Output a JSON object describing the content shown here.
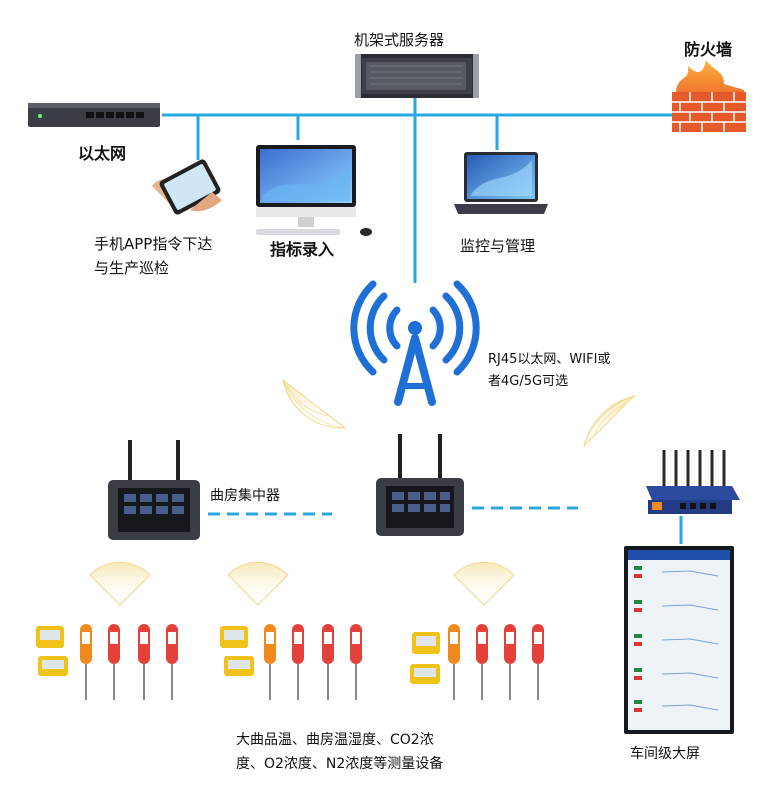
{
  "labels": {
    "server": "机架式服务器",
    "firewall": "防火墙",
    "ethernet": "以太网",
    "mobile_app_line1": "手机APP指令下达",
    "mobile_app_line2": "与生产巡检",
    "indicator_input": "指标录入",
    "monitor_manage": "监控与管理",
    "network_note_line1": "RJ45以太网、WIFI或",
    "network_note_line2": "者4G/5G可选",
    "concentrator": "曲房集中器",
    "sensors_line1": "大曲品温、曲房温湿度、CO2浓",
    "sensors_line2": "度、O2浓度、N2浓度等测量设备",
    "big_screen": "车间级大屏"
  },
  "colors": {
    "bus_line": "#29a8e0",
    "tower": "#1e6fd6",
    "dashed_link": "#29a8e0",
    "concentrator_body": "#3b3d44",
    "probe_orange": "#f08a1c",
    "probe_red": "#e3413a",
    "firewall": "#e8572a",
    "router": "#2c4aa0",
    "signal_fan": "#f3e3a6"
  },
  "icons": [
    "rack-server-icon",
    "firewall-icon",
    "ethernet-switch-icon",
    "tablet-icon",
    "desktop-pc-icon",
    "laptop-icon",
    "wireless-tower-icon",
    "concentrator-icon",
    "router-icon",
    "big-screen-icon",
    "temperature-probe-icon",
    "sensor-meter-icon",
    "signal-fan-icon"
  ]
}
